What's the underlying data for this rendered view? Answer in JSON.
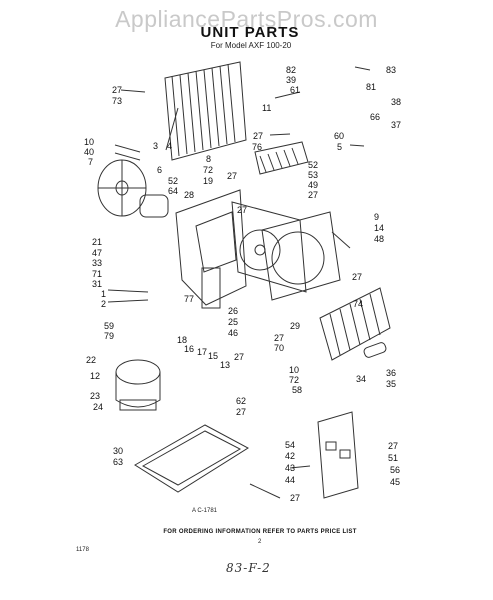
{
  "watermark": "AppliancePartsPros.com",
  "title": "UNIT PARTS",
  "subtitle": "For Model AXF 100-20",
  "callouts": {
    "n27a": "27",
    "n73": "73",
    "n10": "10",
    "n40": "40",
    "n7": "7",
    "n3": "3",
    "n4": "4",
    "n6": "6",
    "n8": "8",
    "n72a": "72",
    "n19": "19",
    "n82": "82",
    "n39": "39",
    "n61": "61",
    "n11": "11",
    "n83": "83",
    "n81": "81",
    "n38": "38",
    "n66": "66",
    "n37": "37",
    "n27b": "27",
    "n76": "76",
    "n60": "60",
    "n5": "5",
    "n52a": "52",
    "n64": "64",
    "n28": "28",
    "n27c": "27",
    "n27d": "27",
    "n52b": "52",
    "n53": "53",
    "n49": "49",
    "n27e": "27",
    "n9": "9",
    "n14": "14",
    "n48": "48",
    "n21": "21",
    "n47": "47",
    "n33": "33",
    "n71": "71",
    "n31": "31",
    "n1": "1",
    "n2": "2",
    "n77": "77",
    "n26": "26",
    "n25": "25",
    "n46": "46",
    "n27f": "27",
    "n74": "74",
    "n29": "29",
    "n59": "59",
    "n79": "79",
    "n18": "18",
    "n16": "16",
    "n17": "17",
    "n15": "15",
    "n13": "13",
    "n27g": "27",
    "n27h": "27",
    "n70": "70",
    "n10b": "10",
    "n72b": "72",
    "n58": "58",
    "n34": "34",
    "n36": "36",
    "n35": "35",
    "n22": "22",
    "n12": "12",
    "n23": "23",
    "n24": "24",
    "n62": "62",
    "n27i": "27",
    "n30": "30",
    "n63": "63",
    "n27j": "27",
    "n54": "54",
    "n42": "42",
    "n43": "43",
    "n44": "44",
    "n27k": "27",
    "n51": "51",
    "n56": "56",
    "n45": "45"
  },
  "footer": {
    "drawing_code": "A C-1781",
    "order_info": "FOR ORDERING INFORMATION REFER TO PARTS PRICE LIST",
    "page_number": "2",
    "left_code": "1178",
    "handwritten": "83-F-2"
  }
}
